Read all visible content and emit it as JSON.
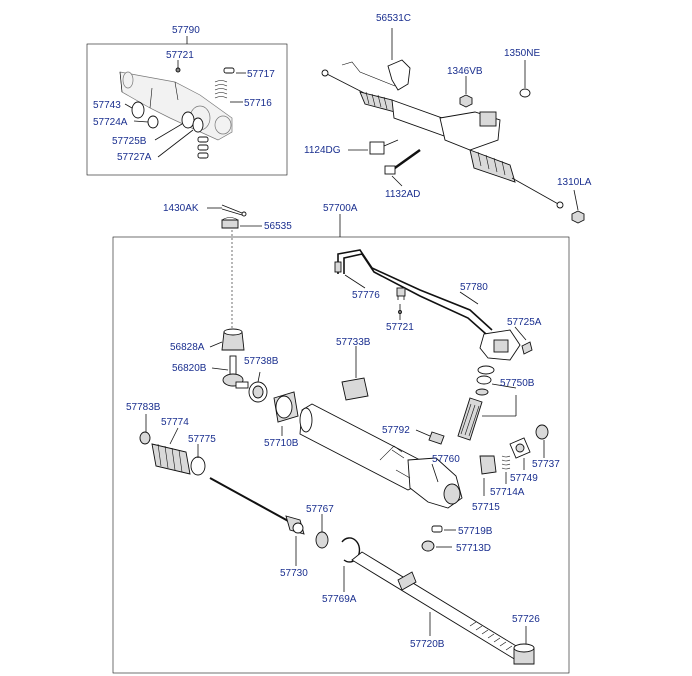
{
  "labels": {
    "l57790": "57790",
    "l57721a": "57721",
    "l57717": "57717",
    "l57716": "57716",
    "l57743": "57743",
    "l57724A": "57724A",
    "l57725B": "57725B",
    "l57727A": "57727A",
    "l56531C": "56531C",
    "l1346VB": "1346VB",
    "l1350NE": "1350NE",
    "l1124DG": "1124DG",
    "l1132AD": "1132AD",
    "l1310LA": "1310LA",
    "l1430AK": "1430AK",
    "l57700A": "57700A",
    "l56535": "56535",
    "l57776": "57776",
    "l57780": "57780",
    "l57721b": "57721",
    "l57725A": "57725A",
    "l56828A": "56828A",
    "l56820B": "56820B",
    "l57738B": "57738B",
    "l57733B": "57733B",
    "l57750B": "57750B",
    "l57783B": "57783B",
    "l57774": "57774",
    "l57775": "57775",
    "l57710B": "57710B",
    "l57792": "57792",
    "l57760": "57760",
    "l57737": "57737",
    "l57749": "57749",
    "l57714A": "57714A",
    "l57715": "57715",
    "l57767": "57767",
    "l57719B": "57719B",
    "l57713D": "57713D",
    "l57730": "57730",
    "l57769A": "57769A",
    "l57726": "57726",
    "l57720B": "57720B"
  },
  "colors": {
    "label_text": "#1a2f8f",
    "line_art": "#111111",
    "background": "#ffffff"
  }
}
